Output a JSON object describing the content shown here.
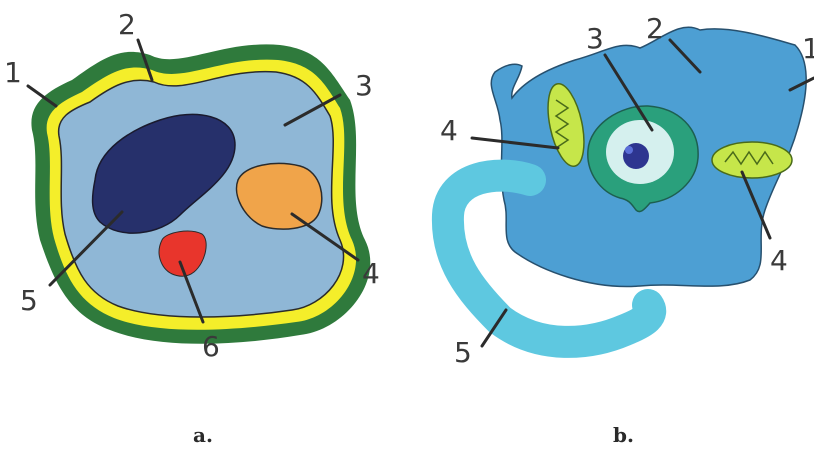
{
  "figure_a": {
    "caption": "a.",
    "labels": [
      "1",
      "2",
      "3",
      "4",
      "5",
      "6"
    ],
    "colors": {
      "cell_wall": "#2f7a3c",
      "membrane": "#f4ee2a",
      "cytoplasm": "#8fb7d6",
      "vacuole": "#26306b",
      "plastid": "#f0a44a",
      "organelle_red": "#e8352c"
    }
  },
  "figure_b": {
    "caption": "b.",
    "labels": [
      "1",
      "2",
      "3",
      "4",
      "4",
      "5"
    ],
    "colors": {
      "cell_body": "#4d9fd3",
      "nucleus_outer": "#2aa07c",
      "nucleus_inner": "#d5f0ee",
      "nucleolus": "#2d3590",
      "mitochondria": "#c6e64a",
      "flagellum": "#5ec8e0"
    }
  }
}
